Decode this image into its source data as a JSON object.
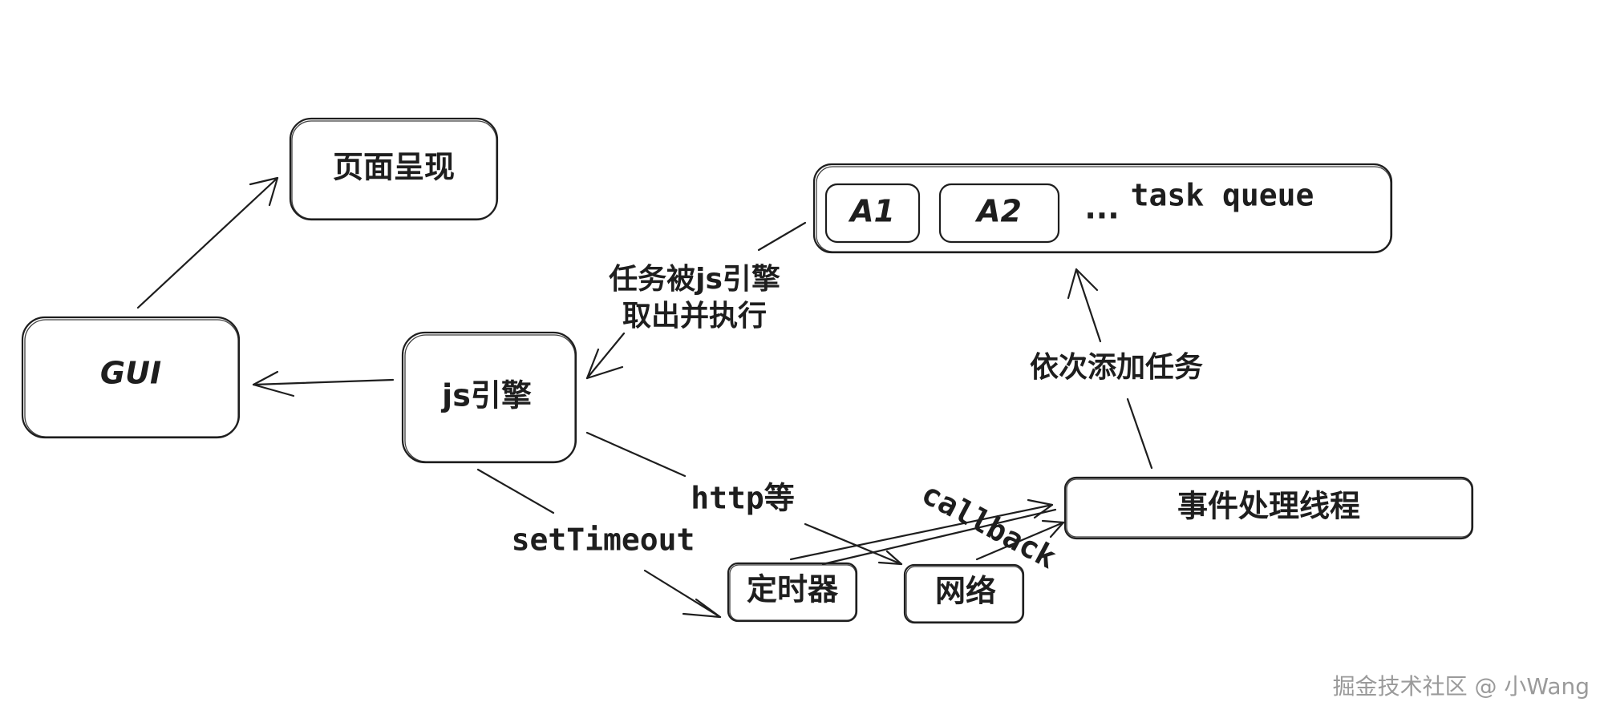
{
  "nodes": {
    "page_render": "页面呈现",
    "gui": "GUI",
    "js_engine": "js引擎",
    "task_queue": {
      "items": [
        "A1",
        "A2"
      ],
      "ellipsis": "...",
      "label": "task queue"
    },
    "event_thread": "事件处理线程",
    "timer": "定时器",
    "network": "网络"
  },
  "edges": {
    "take_task_line1": "任务被js引擎",
    "take_task_line2": "取出并执行",
    "add_task": "依次添加任务",
    "http": "http等",
    "set_timeout": "setTimeout",
    "callback": "callback"
  },
  "watermark": "掘金技术社区 @ 小Wang"
}
